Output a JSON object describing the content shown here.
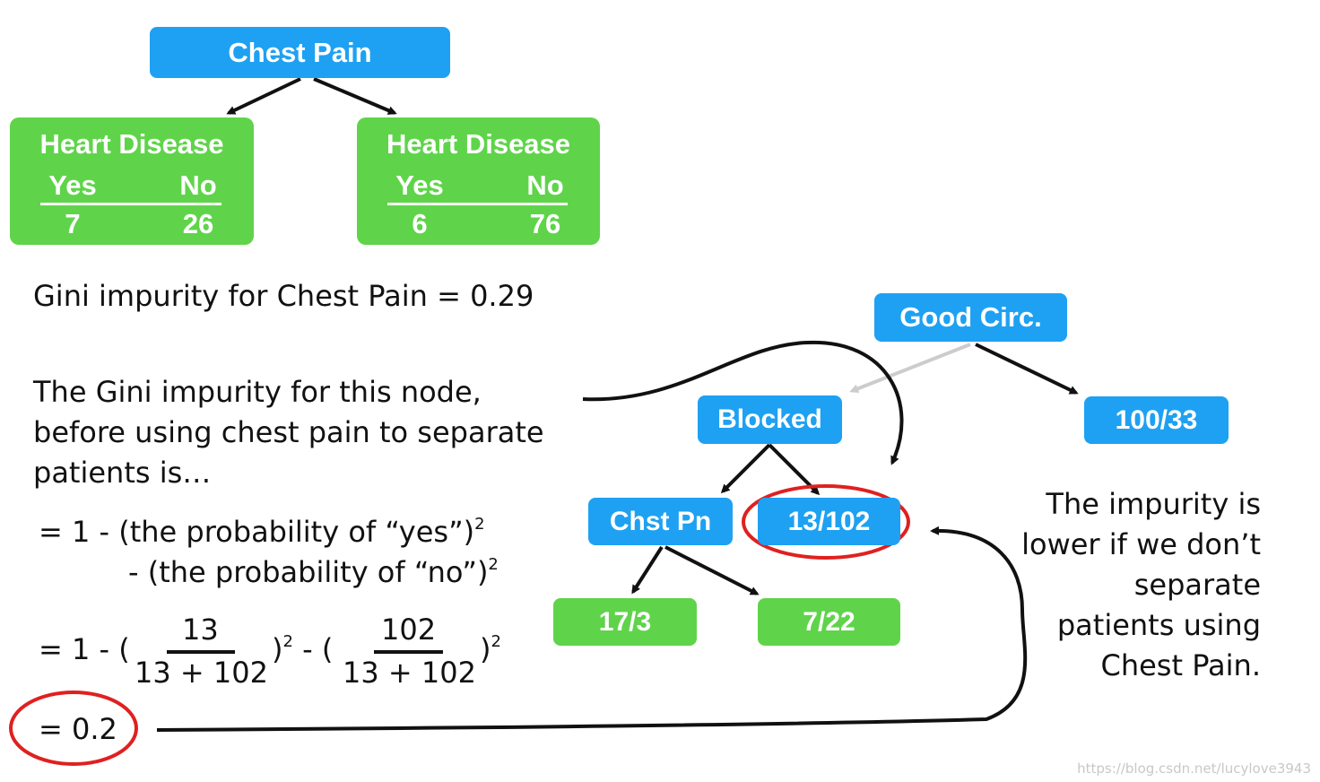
{
  "tree_top": {
    "root": "Chest Pain",
    "left": {
      "title": "Heart Disease",
      "yes_label": "Yes",
      "no_label": "No",
      "yes": "7",
      "no": "26"
    },
    "right": {
      "title": "Heart Disease",
      "yes_label": "Yes",
      "no_label": "No",
      "yes": "6",
      "no": "76"
    }
  },
  "gini_chest": "Gini impurity for Chest Pain = 0.29",
  "explanation": {
    "line1": "The Gini impurity for this node,",
    "line2": "before using chest pain to separate",
    "line3": "patients is…"
  },
  "formula": {
    "l1": "= 1 - (the probability of “yes”)",
    "l1_sup": "2",
    "l2": "- (the probability of “no”)",
    "l2_sup": "2",
    "l3_prefix": "= 1 - (",
    "frac1_num": "13",
    "frac1_den": "13 + 102",
    "mid": ") - (",
    "sup": "2",
    "frac2_num": "102",
    "frac2_den": "13 + 102",
    "end": ")",
    "result": "= 0.2"
  },
  "tree_right": {
    "root": "Good Circ.",
    "blocked": "Blocked",
    "right_leaf": "100/33",
    "chst_pn": "Chst Pn",
    "target": "13/102",
    "leaf_a": "17/3",
    "leaf_b": "7/22"
  },
  "note": {
    "l1": "The impurity is",
    "l2": "lower if we don’t",
    "l3": "separate",
    "l4": "patients using",
    "l5": "Chest Pain."
  },
  "colors": {
    "blue": "#1ea1f2",
    "green": "#5fd44a",
    "highlight": "#e02020",
    "faded": "#cccccc"
  },
  "watermark": "https://blog.csdn.net/lucylove3943"
}
